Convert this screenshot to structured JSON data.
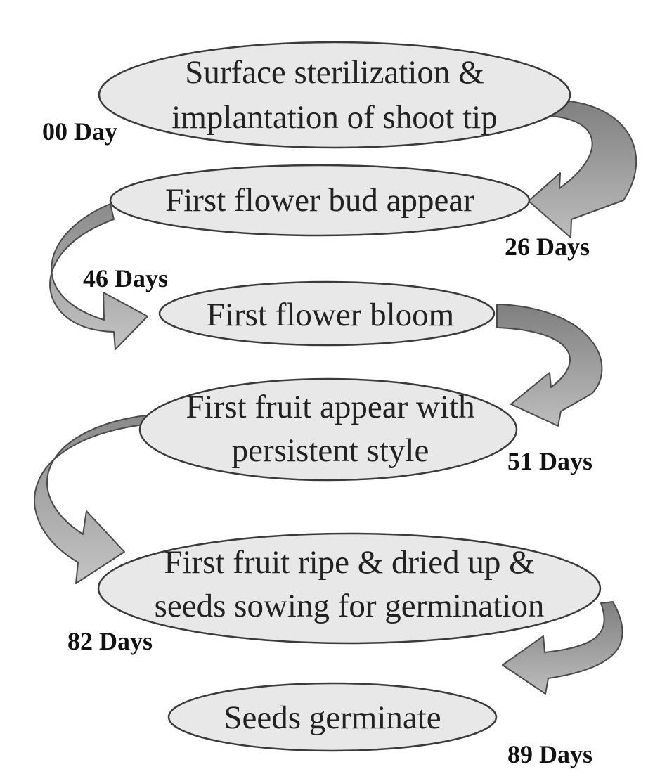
{
  "colors": {
    "ellipse_fill": "#e8e8e8",
    "arrow_fill": "#a9a9a9",
    "arrow_shade": "#7f7f7f"
  },
  "stages": [
    {
      "lines": [
        "Surface sterilization &",
        "implantation of shoot tip"
      ]
    },
    {
      "lines": [
        "First flower bud appear"
      ]
    },
    {
      "lines": [
        "First flower bloom"
      ]
    },
    {
      "lines": [
        "First fruit appear with",
        "persistent style"
      ]
    },
    {
      "lines": [
        "First fruit ripe & dried up &",
        "seeds sowing for germination"
      ]
    },
    {
      "lines": [
        "Seeds germinate"
      ]
    }
  ],
  "days": [
    "00 Day",
    "26 Days",
    "46 Days",
    "51 Days",
    "82 Days",
    "89 Days"
  ]
}
